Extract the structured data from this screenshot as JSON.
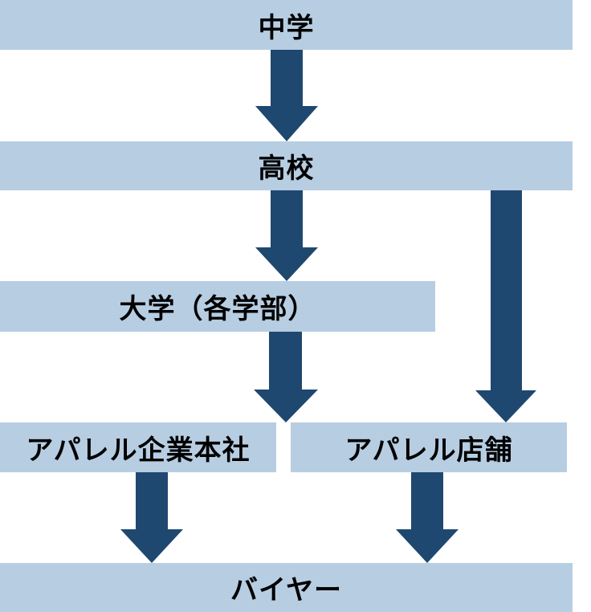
{
  "colors": {
    "box_fill": "#b7cde2",
    "arrow_fill": "#1f4870",
    "text": "#000000"
  },
  "nodes": {
    "middle_school": "中学",
    "high_school": "高校",
    "university": "大学（各学部）",
    "apparel_hq": "アパレル企業本社",
    "apparel_store": "アパレル店舗",
    "buyer": "バイヤー"
  },
  "edges": [
    {
      "from": "middle_school",
      "to": "high_school"
    },
    {
      "from": "high_school",
      "to": "university"
    },
    {
      "from": "high_school",
      "to": "apparel_store"
    },
    {
      "from": "university",
      "to": "apparel_hq"
    },
    {
      "from": "apparel_hq",
      "to": "buyer"
    },
    {
      "from": "apparel_store",
      "to": "buyer"
    }
  ]
}
